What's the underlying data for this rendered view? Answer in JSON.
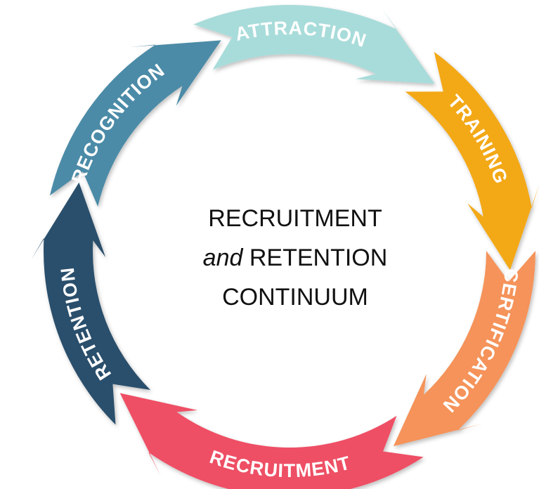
{
  "diagram": {
    "center_title": {
      "line1": "RECRUITMENT",
      "line2_italic": "and",
      "line2_rest": "RETENTION",
      "line3": "CONTINUUM"
    },
    "segments": [
      {
        "label": "ATTRACTION",
        "color": "#a8dcda"
      },
      {
        "label": "TRAINING",
        "color": "#f3a818"
      },
      {
        "label": "CERTIFICATION",
        "color": "#f5935a"
      },
      {
        "label": "RECRUITMENT",
        "color": "#ee4f65"
      },
      {
        "label": "RETENTION",
        "color": "#2b4f6c"
      },
      {
        "label": "RECOGNITION",
        "color": "#4b8ba7"
      }
    ],
    "text_color": "#ffffff"
  }
}
